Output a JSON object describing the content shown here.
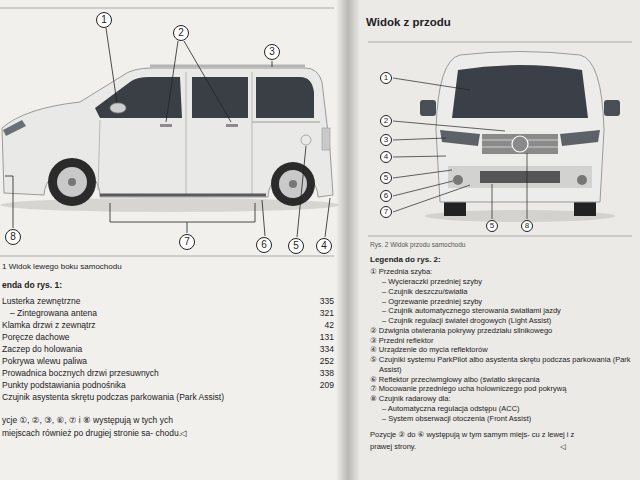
{
  "diagram": {
    "title": "Widok z przodu",
    "nodes": [
      {
        "text": [
          "1"
        ]
      },
      {
        "text": [
          "2"
        ]
      },
      {
        "text": [
          "3"
        ]
      },
      {
        "text": [
          "8"
        ]
      },
      {
        "text": [
          "7"
        ]
      },
      {
        "text": [
          "6"
        ]
      },
      {
        "text": [
          "5"
        ]
      },
      {
        "text": [
          "4"
        ]
      },
      {
        "text": [
          "1"
        ]
      },
      {
        "text": [
          "2"
        ]
      },
      {
        "text": [
          "3"
        ]
      },
      {
        "text": [
          "4"
        ]
      },
      {
        "text": [
          "5"
        ]
      },
      {
        "text": [
          "6"
        ]
      },
      {
        "text": [
          "7"
        ]
      },
      {
        "text": [
          "5"
        ]
      },
      {
        "text": [
          "8"
        ]
      }
    ],
    "labels": [
      "1 Widok lewego boku samochodu",
      "enda do rys. 1:",
      "Lusterka zewnętrzne",
      "335",
      "– Zintegrowana antena",
      "321",
      "Klamka drzwi z zewnątrz",
      "42",
      "Poręcze dachowe",
      "131",
      "Zaczep do holowania",
      "334",
      "Pokrywa wlewu paliwa",
      "252",
      "Prowadnica bocznych drzwi przesuwnych",
      "338",
      "Punkty podstawiania podnośnika",
      "209",
      "Czujnik asystenta skrętu podczas parkowania (Park Assist)",
      "ycje ①, ②, ③, ⑥, ⑦ i ⑧ występują w tych ych miejscach również po drugiej stronie sa- chodu.",
      "◁",
      "Rys. 2 Widok przodu samochodu",
      "Legenda do rys. 2:",
      "① Przednia szyba:",
      "– Wycieraczki przedniej szyby",
      "– Czujnik deszczu/światła",
      "– Ogrzewanie przedniej szyby",
      "– Czujnik automatycznego sterowania światłami jazdy",
      "– Czujnik regulacji świateł drogowych (Light Assist)",
      "② Dźwignia otwierania pokrywy przedziału silnikowego",
      "③ Przedni reflektor",
      "④ Urządzenie do mycia reflektorów",
      "⑤ Czujniki systemu ParkPilot albo asystenta skrętu podczas parkowania (Park Assist)",
      "⑥ Reflektor przeciwmgłowy albo (światło skręcania",
      "⑦ Mocowanie przedniego ucha holowniczego pod pokrywą",
      "⑧ Czujnik radarowy dla:",
      "– Automatyczna regulacja odstępu (ACC)",
      "– System obserwacji otoczenia (Front Assist)",
      "Pozycje ② do ⑥ występują w tym samym miejs- cu z lewej i z prawej strony.",
      "◁"
    ]
  }
}
